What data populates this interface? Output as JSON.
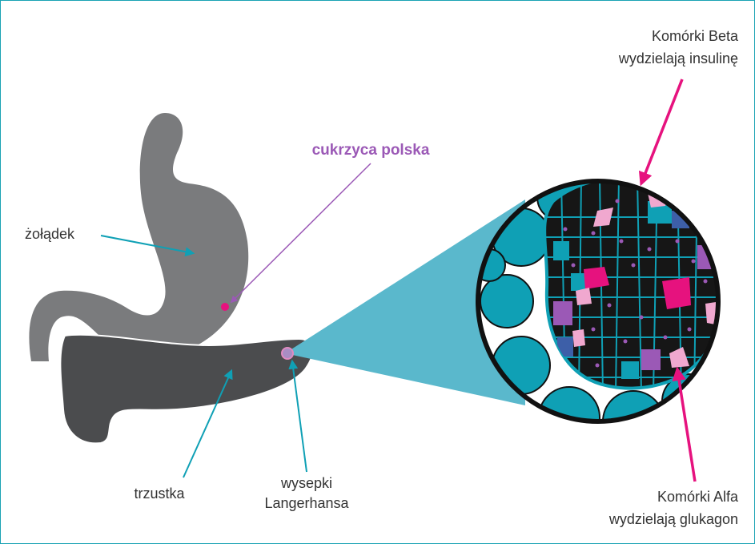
{
  "colors": {
    "border": "#1aa3b4",
    "stomach": "#7a7b7d",
    "pancreas": "#4b4c4e",
    "teal": "#0fa0b5",
    "teal_light": "#5ab8cc",
    "magenta": "#e6127e",
    "purple": "#9b59b6",
    "pink": "#f0a8cf",
    "cell_black": "#161616"
  },
  "labels": {
    "title": "cukrzyca polska",
    "stomach": "żołądek",
    "pancreas": "trzustka",
    "islets": [
      "wysepki",
      "Langerhansa"
    ],
    "beta": [
      "Komórki Beta",
      "wydzielają insulinę"
    ],
    "alpha": [
      "Komórki Alfa",
      "wydzielają glukagon"
    ]
  }
}
